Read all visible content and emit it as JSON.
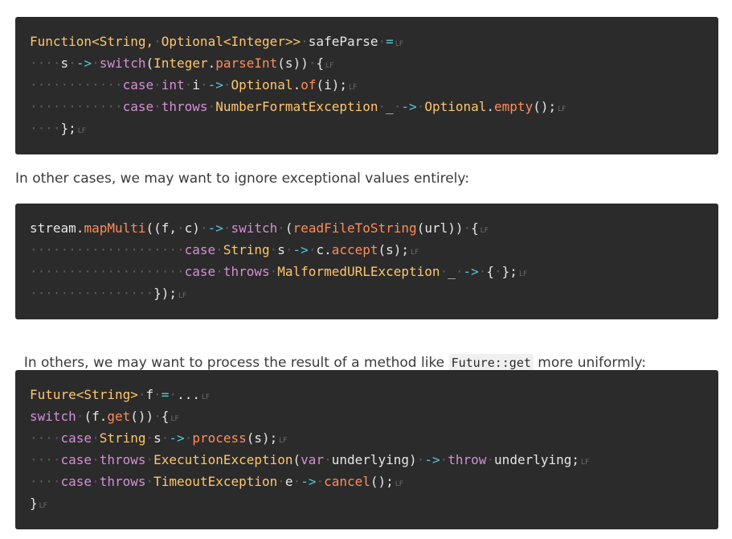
{
  "block1": {
    "lines": [
      [
        [
          "type",
          "Function<String,"
        ],
        [
          "ws",
          "·"
        ],
        [
          "type",
          "Optional<Integer>>"
        ],
        [
          "ws",
          "·"
        ],
        [
          "id",
          "safeParse"
        ],
        [
          "ws",
          "·"
        ],
        [
          "op",
          "="
        ],
        [
          "lf",
          "LF"
        ]
      ],
      [
        [
          "ws",
          "····"
        ],
        [
          "id",
          "s"
        ],
        [
          "ws",
          "·"
        ],
        [
          "op",
          "->"
        ],
        [
          "ws",
          "·"
        ],
        [
          "kw",
          "switch"
        ],
        [
          "p",
          "("
        ],
        [
          "type",
          "Integer"
        ],
        [
          "p",
          "."
        ],
        [
          "fn",
          "parseInt"
        ],
        [
          "p",
          "(s))"
        ],
        [
          "ws",
          "·"
        ],
        [
          "p",
          "{"
        ],
        [
          "lf",
          "LF"
        ]
      ],
      [
        [
          "ws",
          "············"
        ],
        [
          "kw",
          "case"
        ],
        [
          "ws",
          "·"
        ],
        [
          "kw",
          "int"
        ],
        [
          "ws",
          "·"
        ],
        [
          "id",
          "i"
        ],
        [
          "ws",
          "·"
        ],
        [
          "op",
          "->"
        ],
        [
          "ws",
          "·"
        ],
        [
          "type",
          "Optional"
        ],
        [
          "p",
          "."
        ],
        [
          "fn",
          "of"
        ],
        [
          "p",
          "(i);"
        ],
        [
          "lf",
          "LF"
        ]
      ],
      [
        [
          "ws",
          "············"
        ],
        [
          "kw",
          "case"
        ],
        [
          "ws",
          "·"
        ],
        [
          "kw",
          "throws"
        ],
        [
          "ws",
          "·"
        ],
        [
          "type",
          "NumberFormatException"
        ],
        [
          "ws",
          "·"
        ],
        [
          "id",
          "_"
        ],
        [
          "ws",
          "·"
        ],
        [
          "op",
          "->"
        ],
        [
          "ws",
          "·"
        ],
        [
          "type",
          "Optional"
        ],
        [
          "p",
          "."
        ],
        [
          "fn",
          "empty"
        ],
        [
          "p",
          "();"
        ],
        [
          "lf",
          "LF"
        ]
      ],
      [
        [
          "ws",
          "····"
        ],
        [
          "p",
          "};"
        ],
        [
          "lf",
          "LF"
        ]
      ]
    ]
  },
  "text1": "In other cases, we may want to ignore exceptional values entirely:",
  "block2": {
    "lines": [
      [
        [
          "id",
          "stream"
        ],
        [
          "p",
          "."
        ],
        [
          "fn",
          "mapMulti"
        ],
        [
          "p",
          "((f,"
        ],
        [
          "ws",
          "·"
        ],
        [
          "p",
          "c)"
        ],
        [
          "ws",
          "·"
        ],
        [
          "op",
          "->"
        ],
        [
          "ws",
          "·"
        ],
        [
          "kw",
          "switch"
        ],
        [
          "ws",
          "·"
        ],
        [
          "p",
          "("
        ],
        [
          "fn",
          "readFileToString"
        ],
        [
          "p",
          "(url))"
        ],
        [
          "ws",
          "·"
        ],
        [
          "p",
          "{"
        ],
        [
          "lf",
          "LF"
        ]
      ],
      [
        [
          "ws",
          "····················"
        ],
        [
          "kw",
          "case"
        ],
        [
          "ws",
          "·"
        ],
        [
          "type",
          "String"
        ],
        [
          "ws",
          "·"
        ],
        [
          "id",
          "s"
        ],
        [
          "ws",
          "·"
        ],
        [
          "op",
          "->"
        ],
        [
          "ws",
          "·"
        ],
        [
          "id",
          "c"
        ],
        [
          "p",
          "."
        ],
        [
          "fn",
          "accept"
        ],
        [
          "p",
          "(s);"
        ],
        [
          "lf",
          "LF"
        ]
      ],
      [
        [
          "ws",
          "····················"
        ],
        [
          "kw",
          "case"
        ],
        [
          "ws",
          "·"
        ],
        [
          "kw",
          "throws"
        ],
        [
          "ws",
          "·"
        ],
        [
          "type",
          "MalformedURLException"
        ],
        [
          "ws",
          "·"
        ],
        [
          "id",
          "_"
        ],
        [
          "ws",
          "·"
        ],
        [
          "op",
          "->"
        ],
        [
          "ws",
          "·"
        ],
        [
          "p",
          "{"
        ],
        [
          "ws",
          "·"
        ],
        [
          "p",
          "};"
        ],
        [
          "lf",
          "LF"
        ]
      ],
      [
        [
          "ws",
          "················"
        ],
        [
          "p",
          "});"
        ],
        [
          "lf",
          "LF"
        ]
      ]
    ]
  },
  "text2": {
    "before": "In others, we may want to process the result of a method like ",
    "code": "Future::get",
    "after": " more uniformly:"
  },
  "block3": {
    "lines": [
      [
        [
          "type",
          "Future<String>"
        ],
        [
          "ws",
          "·"
        ],
        [
          "id",
          "f"
        ],
        [
          "ws",
          "·"
        ],
        [
          "op",
          "="
        ],
        [
          "ws",
          "·"
        ],
        [
          "p",
          "..."
        ],
        [
          "lf",
          "LF"
        ]
      ],
      [
        [
          "kw",
          "switch"
        ],
        [
          "ws",
          "·"
        ],
        [
          "p",
          "(f."
        ],
        [
          "fn",
          "get"
        ],
        [
          "p",
          "())"
        ],
        [
          "ws",
          "·"
        ],
        [
          "p",
          "{"
        ],
        [
          "lf",
          "LF"
        ]
      ],
      [
        [
          "ws",
          "····"
        ],
        [
          "kw",
          "case"
        ],
        [
          "ws",
          "·"
        ],
        [
          "type",
          "String"
        ],
        [
          "ws",
          "·"
        ],
        [
          "id",
          "s"
        ],
        [
          "ws",
          "·"
        ],
        [
          "op",
          "->"
        ],
        [
          "ws",
          "·"
        ],
        [
          "fn",
          "process"
        ],
        [
          "p",
          "(s);"
        ],
        [
          "lf",
          "LF"
        ]
      ],
      [
        [
          "ws",
          "····"
        ],
        [
          "kw",
          "case"
        ],
        [
          "ws",
          "·"
        ],
        [
          "kw",
          "throws"
        ],
        [
          "ws",
          "·"
        ],
        [
          "type",
          "ExecutionException"
        ],
        [
          "p",
          "("
        ],
        [
          "kw",
          "var"
        ],
        [
          "ws",
          "·"
        ],
        [
          "id",
          "underlying"
        ],
        [
          "p",
          ")"
        ],
        [
          "ws",
          "·"
        ],
        [
          "op",
          "->"
        ],
        [
          "ws",
          "·"
        ],
        [
          "kw",
          "throw"
        ],
        [
          "ws",
          "·"
        ],
        [
          "id",
          "underlying;"
        ],
        [
          "lf",
          "LF"
        ]
      ],
      [
        [
          "ws",
          "····"
        ],
        [
          "kw",
          "case"
        ],
        [
          "ws",
          "·"
        ],
        [
          "kw",
          "throws"
        ],
        [
          "ws",
          "·"
        ],
        [
          "type",
          "TimeoutException"
        ],
        [
          "ws",
          "·"
        ],
        [
          "id",
          "e"
        ],
        [
          "ws",
          "·"
        ],
        [
          "op",
          "->"
        ],
        [
          "ws",
          "·"
        ],
        [
          "fn",
          "cancel"
        ],
        [
          "p",
          "();"
        ],
        [
          "lf",
          "LF"
        ]
      ],
      [
        [
          "p",
          "}"
        ],
        [
          "lf",
          "LF"
        ]
      ]
    ]
  },
  "colors": {
    "code_bg": "#2b2b2b",
    "type": "#ffc66d",
    "keyword": "#d48fd6",
    "method": "#ff8c5a",
    "operator": "#56c8d8",
    "whitespace_marker": "#5a5a5a"
  }
}
